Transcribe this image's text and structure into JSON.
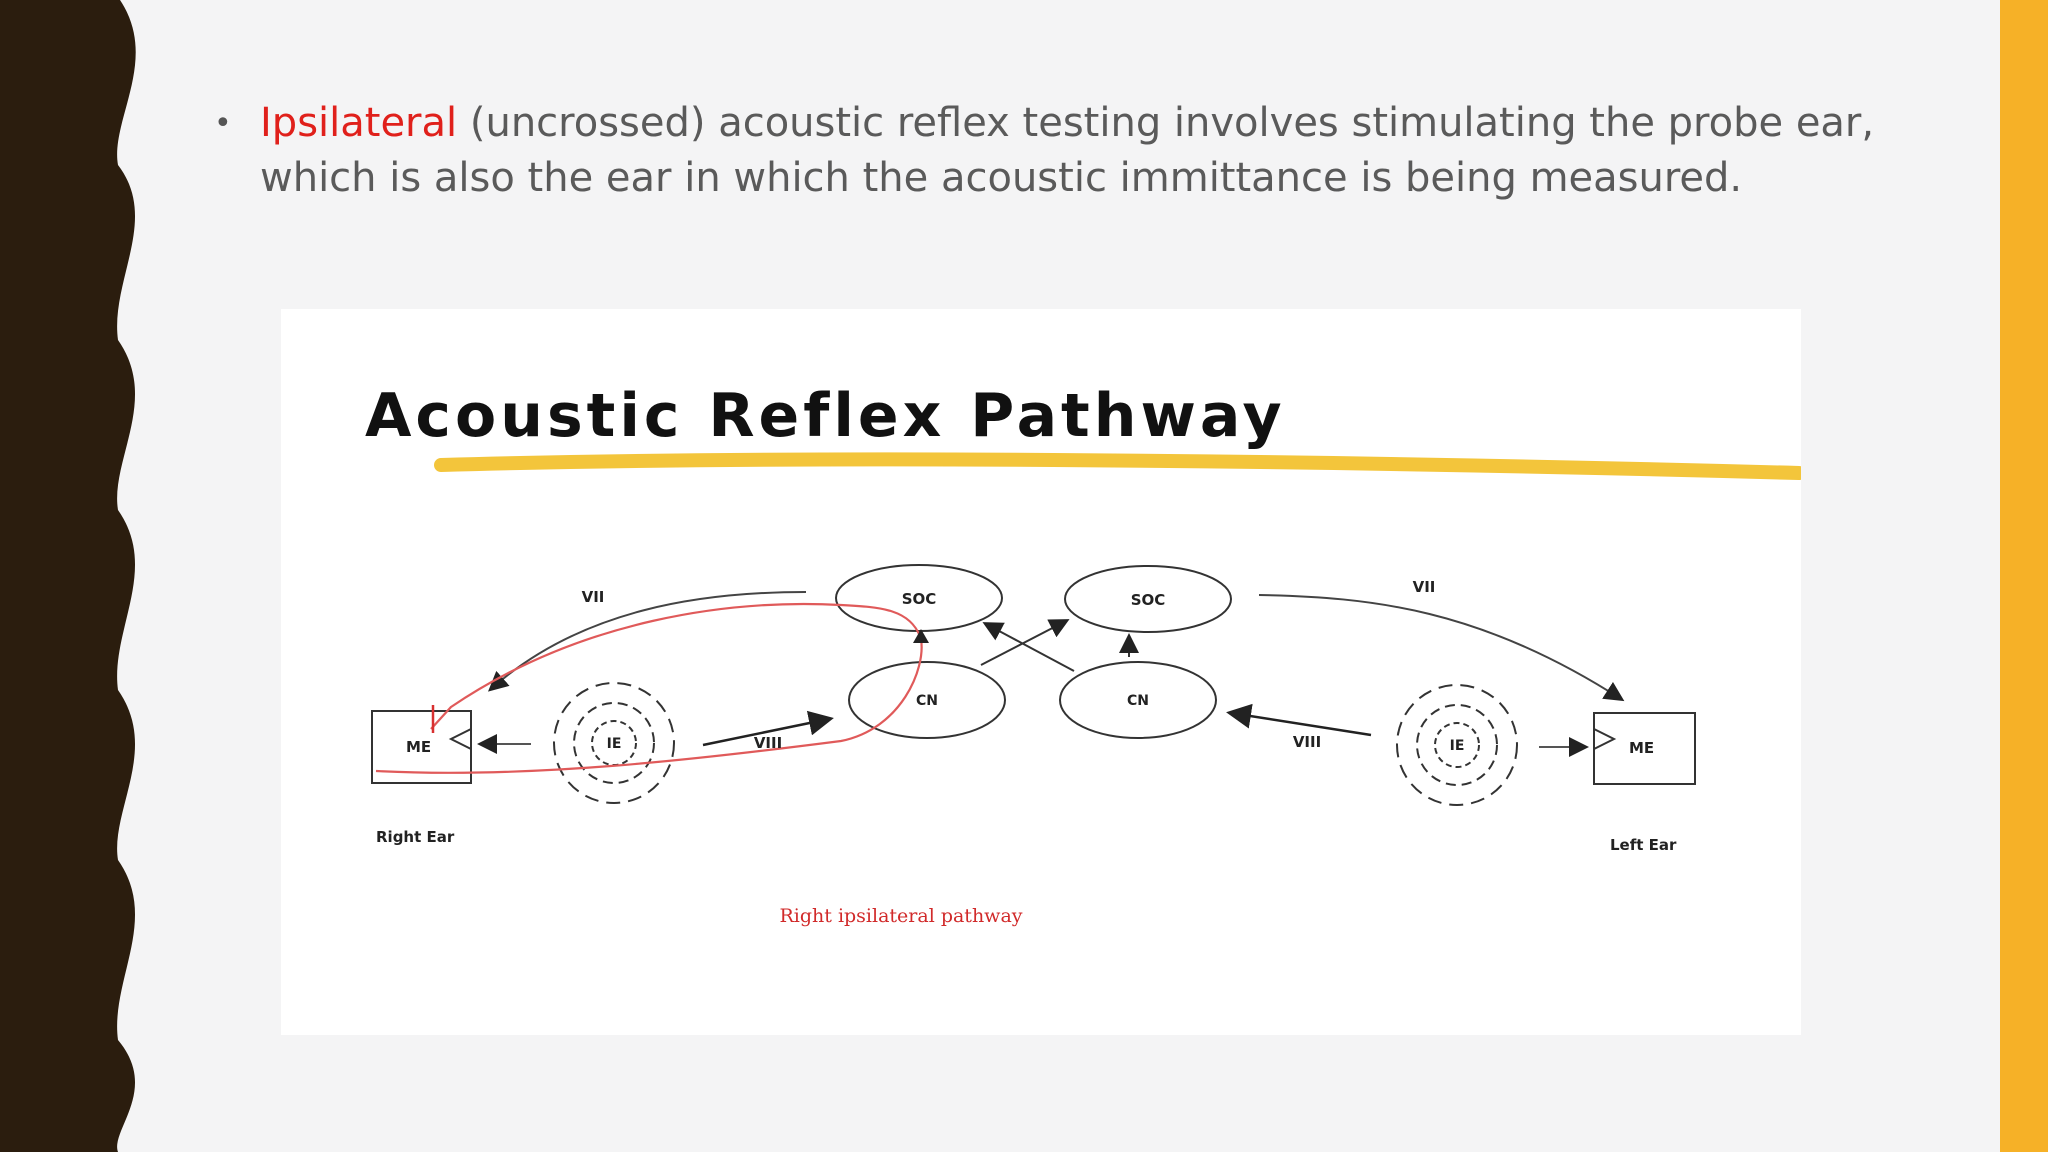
{
  "slide": {
    "bullet": {
      "term": "Ipsilateral",
      "rest": " (uncrossed) acoustic reflex testing involves stimulating the probe ear, which is also the ear in which the acoustic immittance is being measured."
    },
    "colors": {
      "accent": "#e0201b",
      "sidebar": "#f6b127",
      "border": "#2b1d0e"
    }
  },
  "figure": {
    "title": "Acoustic Reflex Pathway",
    "labels": {
      "soc_left": "SOC",
      "soc_right": "SOC",
      "cn_left": "CN",
      "cn_right": "CN",
      "me_right": "ME",
      "me_left": "ME",
      "ie_right": "IE",
      "ie_left": "IE",
      "vii_left": "VII",
      "vii_right": "VII",
      "viii_left": "VIII",
      "viii_right": "VIII",
      "right_ear": "Right Ear",
      "left_ear": "Left Ear"
    },
    "caption": "Right ipsilateral pathway"
  }
}
